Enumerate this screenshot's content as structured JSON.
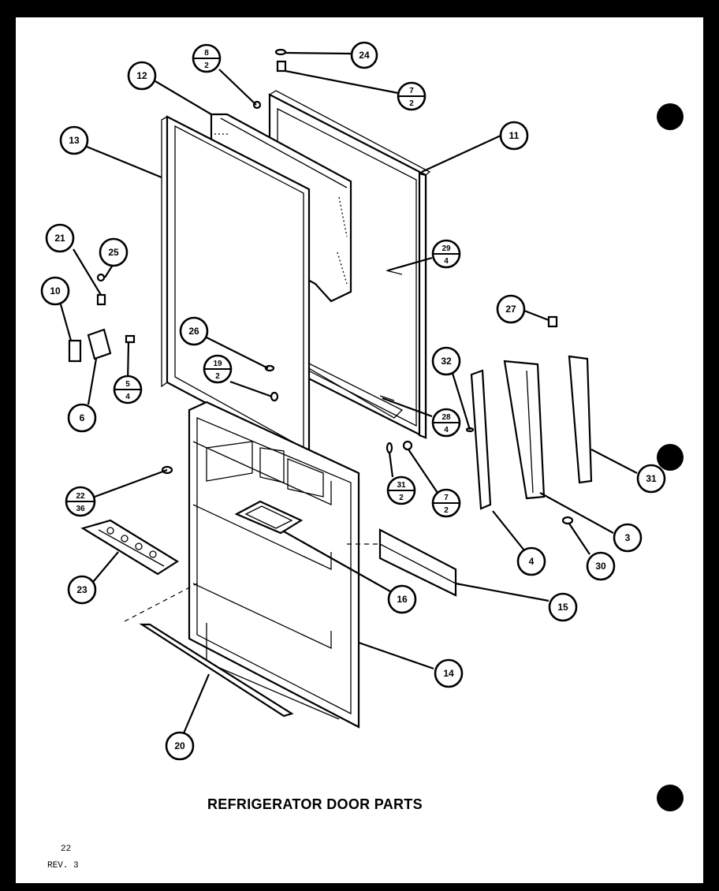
{
  "diagram": {
    "title": "REFRIGERATOR DOOR PARTS",
    "page_number": "22",
    "revision": "REV. 3",
    "callouts": {
      "c24": "24",
      "c8_2_top": "8",
      "c8_2_bottom": "2",
      "c7_2_top_num": "7",
      "c7_2_top_den": "2",
      "c12": "12",
      "c11": "11",
      "c13": "13",
      "c29_num": "29",
      "c29_den": "4",
      "c21": "21",
      "c25": "25",
      "c10": "10",
      "c27": "27",
      "c26": "26",
      "c19_num": "19",
      "c19_den": "2",
      "c5_num": "5",
      "c5_den": "4",
      "c32": "32",
      "c6": "6",
      "c28_num": "28",
      "c28_den": "4",
      "c31": "31",
      "c22_num": "22",
      "c22_den": "36",
      "c31b_num": "31",
      "c31b_den": "2",
      "c7b_num": "7",
      "c7b_den": "2",
      "c3": "3",
      "c23": "23",
      "c4": "4",
      "c30": "30",
      "c16": "16",
      "c15": "15",
      "c14": "14",
      "c20": "20"
    }
  }
}
